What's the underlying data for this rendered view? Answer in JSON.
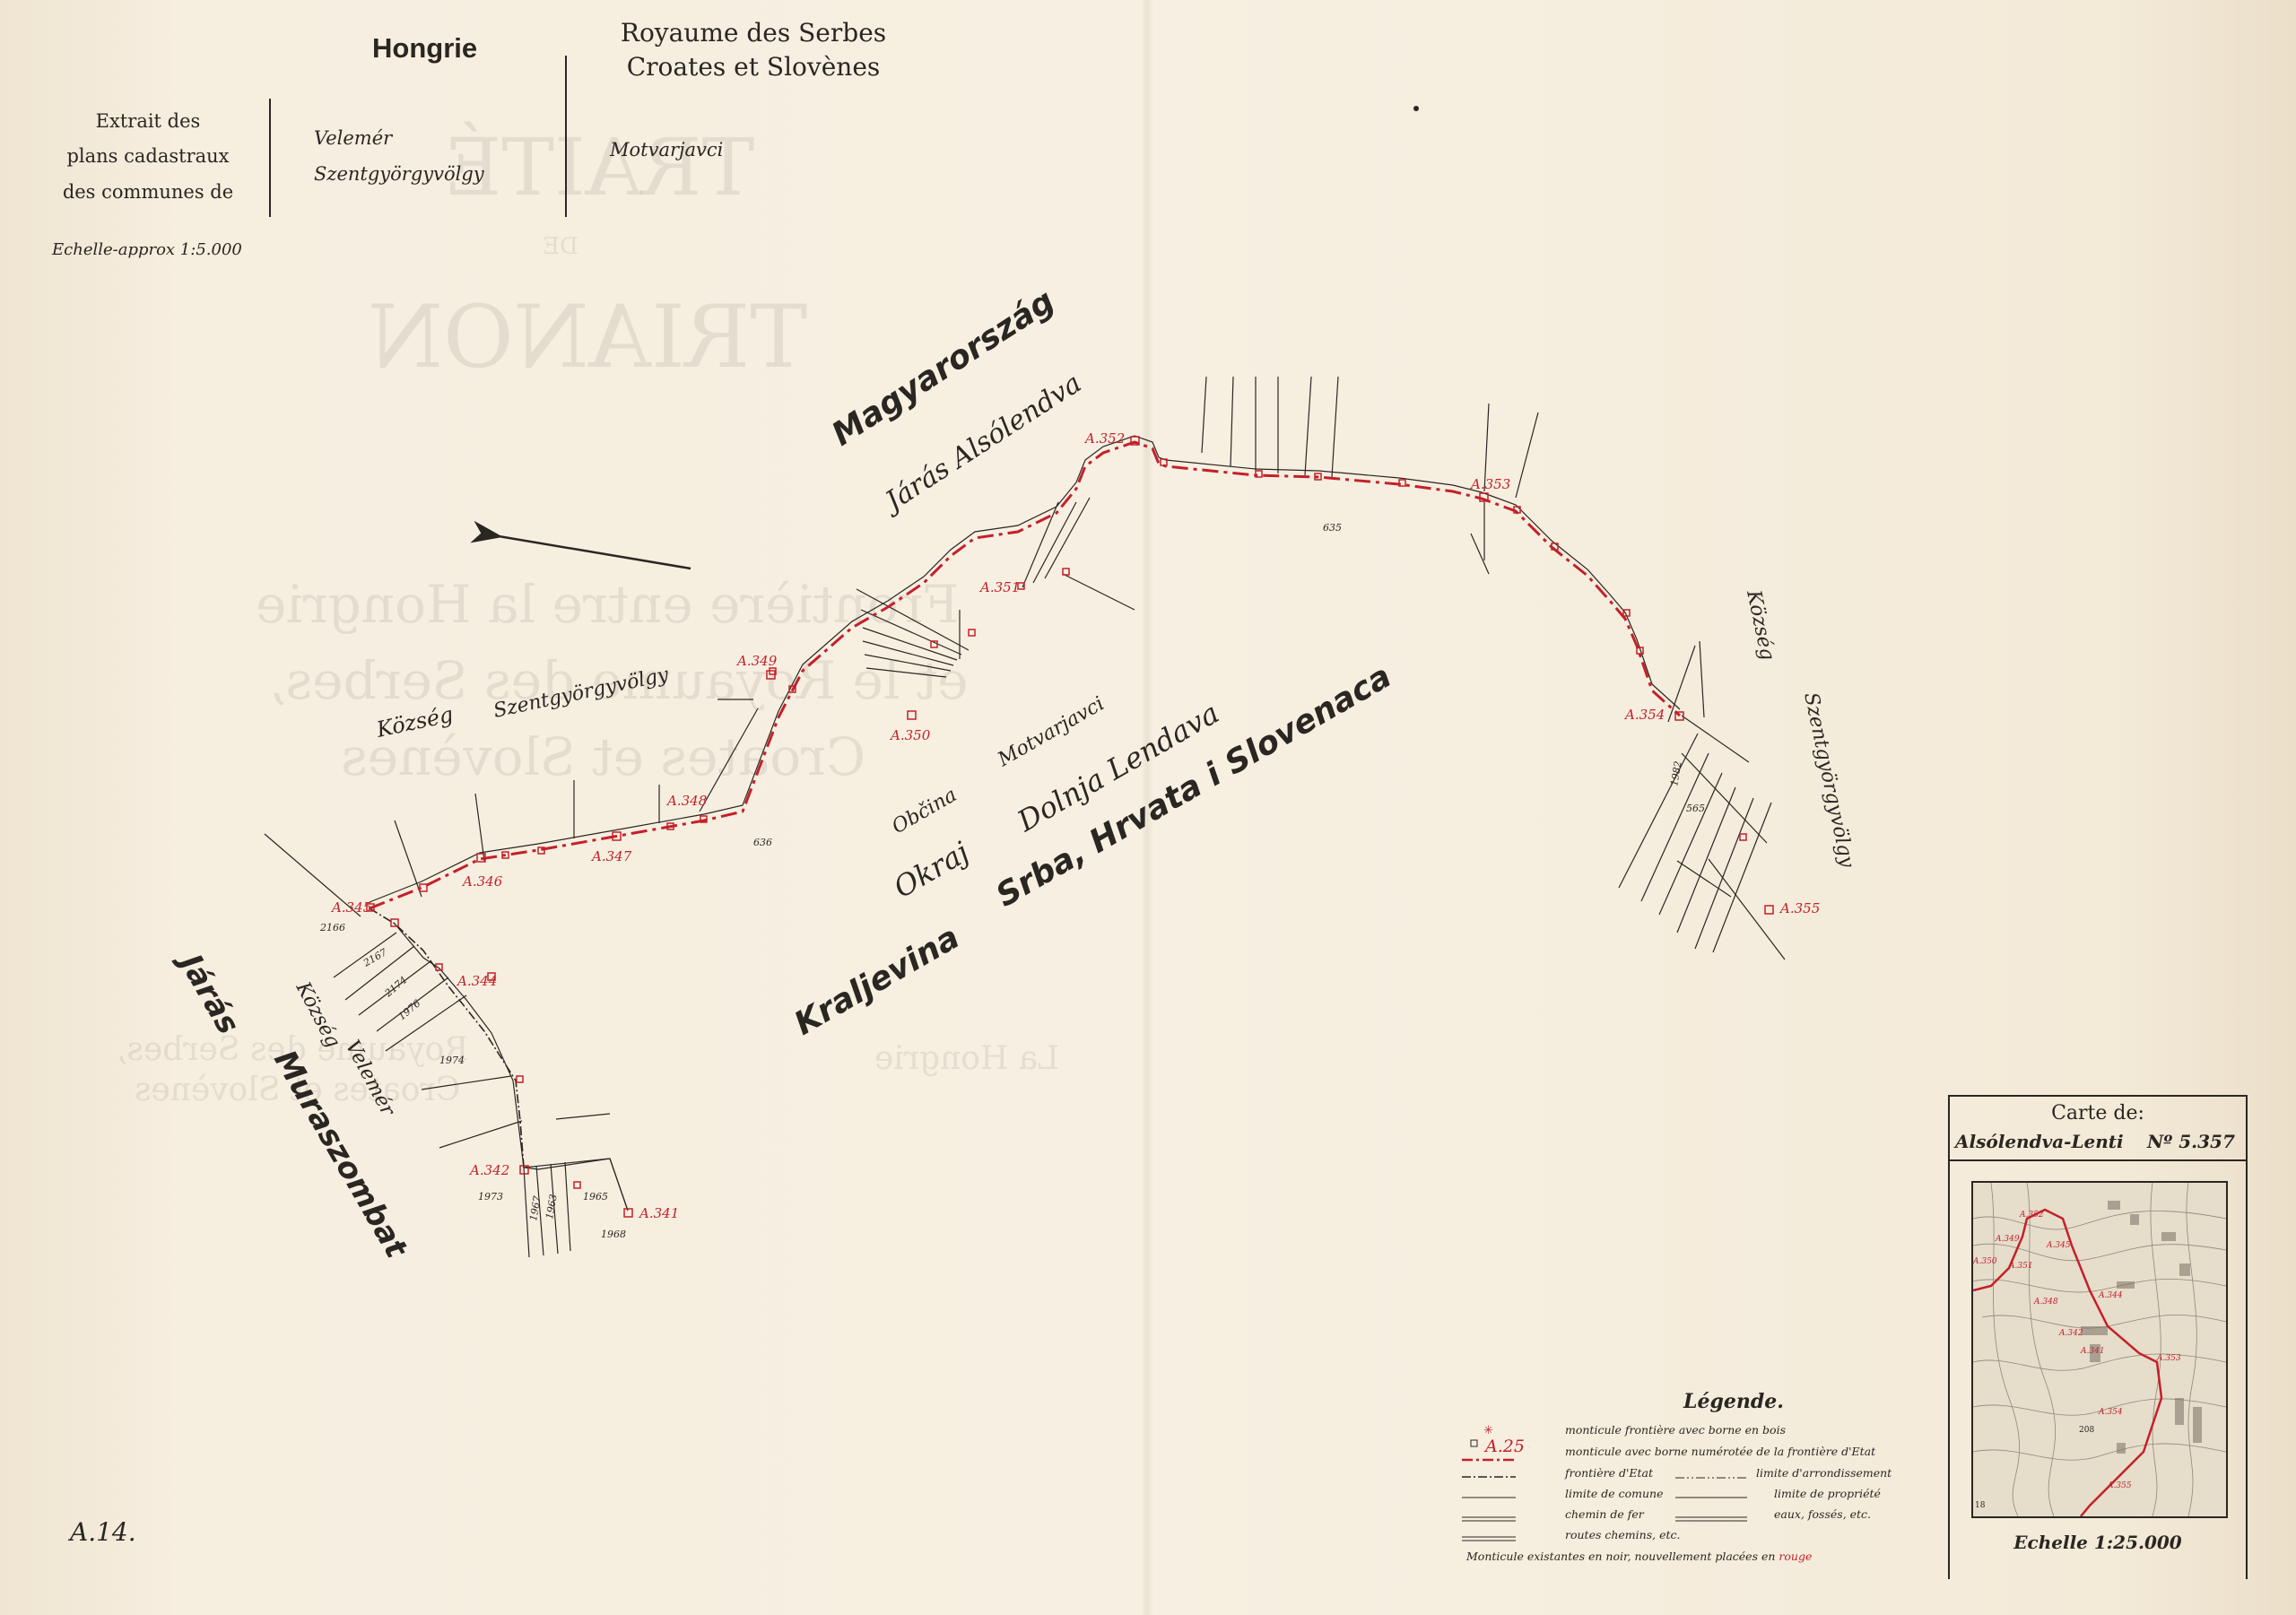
{
  "header": {
    "left_country": "Hongrie",
    "right_country_line1": "Royaume des Serbes",
    "right_country_line2": "Croates et Slovènes",
    "extract_line1": "Extrait des",
    "extract_line2": "plans cadastraux",
    "extract_line3": "des communes de",
    "commune_hu_1": "Velemér",
    "commune_hu_2": "Szentgyörgyvölgy",
    "commune_sk": "Motvarjavci",
    "scale": "Echelle-approx 1:5.000"
  },
  "map_labels": {
    "magyarorszag": "Magyarország",
    "jaras_alsolendva": "Járás Alsólendva",
    "kozseg": "Község",
    "szentgyorgyvolgy": "Szentgyörgyvölgy",
    "obcina": "Občina",
    "motvarjavci": "Motvarjavci",
    "okraj": "Okraj",
    "dolnja_lendava": "Dolnja Lendava",
    "kraljevina": "Kraljevina",
    "srba_hrvata": "Srba, Hrvata i Slovenaca",
    "jaras": "Járás",
    "muraszombat": "Muraszombat",
    "kozseg_velemer_1": "Község",
    "kozseg_velemer_2": "Velemér",
    "kozseg_right": "Község",
    "szentgyorgyvolgy_right": "Szentgyörgyvölgy"
  },
  "boundary_points": [
    "A.341",
    "A.342",
    "A.344",
    "A.345",
    "A.346",
    "A.347",
    "A.348",
    "A.349",
    "A.350",
    "A.351",
    "A.352",
    "A.353",
    "A.354",
    "A.355"
  ],
  "parcel_numbers": [
    "2166",
    "2167",
    "2174",
    "1976",
    "1974",
    "1973",
    "1967",
    "1963",
    "1965",
    "1968",
    "636",
    "635",
    "1982",
    "565"
  ],
  "sheet_number": "A.14.",
  "legend": {
    "title": "Légende.",
    "sample": "A.25",
    "item_1": "monticule frontière avec borne en bois",
    "item_2": "monticule avec borne numérotée de la frontière d'Etat",
    "item_3": "frontière d'Etat",
    "item_4": "limite d'arrondissement",
    "item_5": "limite de comune",
    "item_6": "limite de propriété",
    "item_7": "chemin de fer",
    "item_8": "eaux, fossés, etc.",
    "item_9": "routes chemins, etc.",
    "footer_black": "Monticule existantes en noir, nouvellement placées en",
    "footer_red": "rouge"
  },
  "inset": {
    "title": "Carte de:",
    "place": "Alsólendva-Lenti",
    "number": "Nº 5.357",
    "scale": "Echelle 1:25.000"
  },
  "ghost_text": {
    "traite": "TRAITÉ",
    "de": "DE",
    "trianon": "TRIANON",
    "line1": "Frontière entre la Hongrie",
    "line2": "et le Royaume des Serbes,",
    "line3": "Croates et Slovènes",
    "line4": "Royaume des Serbes,",
    "line5": "Croates et Slovènes",
    "line6": "La Hongrie"
  },
  "colors": {
    "paper": "#f4ecdc",
    "ink": "#2a2622",
    "border_red": "#c4202a"
  }
}
